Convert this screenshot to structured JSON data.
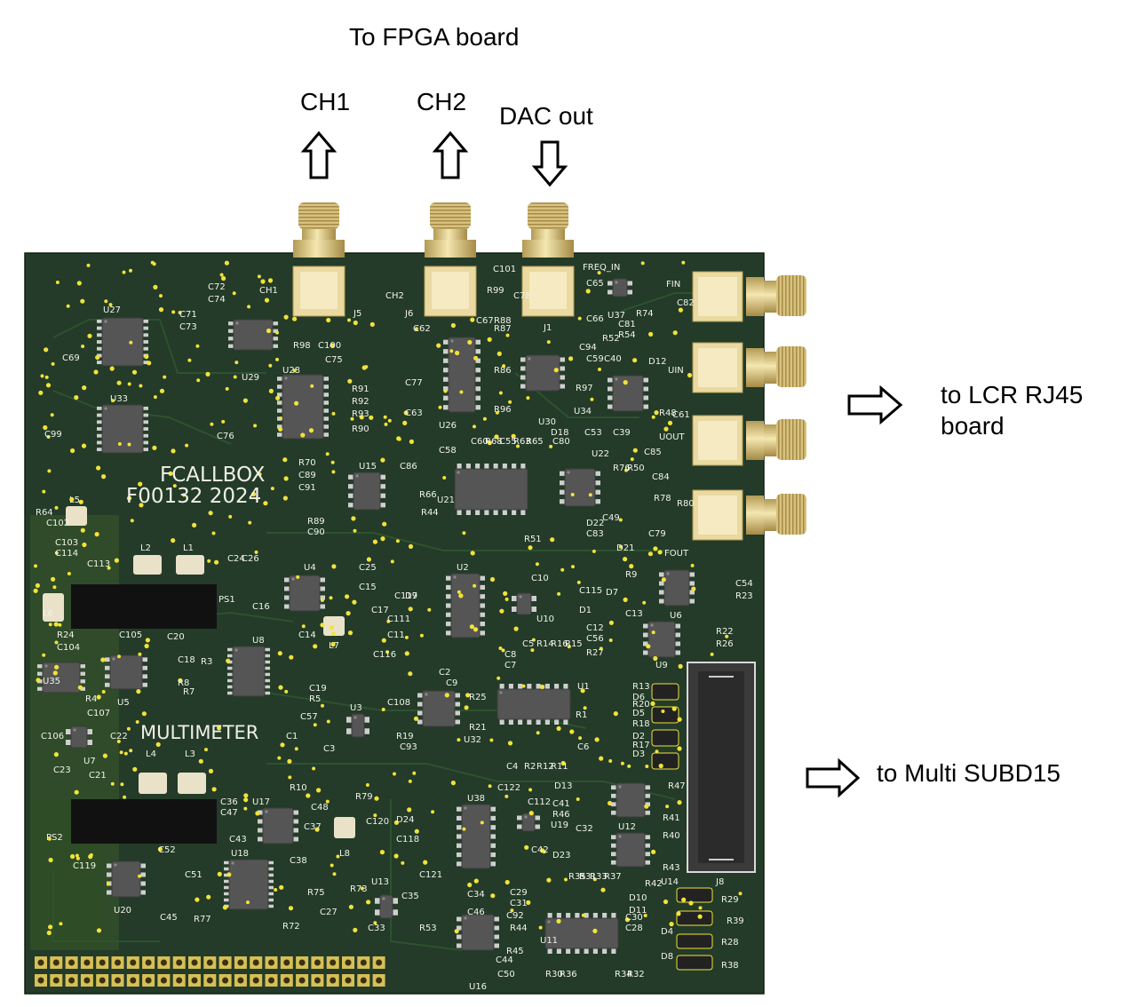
{
  "annotations": {
    "to_fpga": "To FPGA board",
    "ch1": "CH1",
    "ch2": "CH2",
    "dac_out": "DAC out",
    "to_lcr_line1": "to LCR RJ45",
    "to_lcr_line2": "board",
    "to_multi": "to Multi SUBD15"
  },
  "board": {
    "name_line1": "FCALLBOX",
    "name_line2": "F00132 2024",
    "multimeter_label": "MULTIMETER",
    "connector_labels": {
      "ch1": "CH1",
      "j5": "J5",
      "ch2": "CH2",
      "j6": "J6",
      "j1": "J1",
      "freq_in": "FREQ_IN",
      "fin": "FIN",
      "uin": "UIN",
      "uout": "UOUT",
      "fout": "FOUT",
      "j8": "J8"
    },
    "components": [
      {
        "ref": "U27",
        "kind": "ic"
      },
      {
        "ref": "U29",
        "kind": "ic"
      },
      {
        "ref": "U33",
        "kind": "ic"
      },
      {
        "ref": "U28",
        "kind": "ic"
      },
      {
        "ref": "U26",
        "kind": "ic"
      },
      {
        "ref": "U30",
        "kind": "ic"
      },
      {
        "ref": "U34",
        "kind": "ic"
      },
      {
        "ref": "U37",
        "kind": "ic"
      },
      {
        "ref": "U15",
        "kind": "ic"
      },
      {
        "ref": "U21",
        "kind": "ic"
      },
      {
        "ref": "U22",
        "kind": "ic"
      },
      {
        "ref": "U4",
        "kind": "ic"
      },
      {
        "ref": "U2",
        "kind": "ic"
      },
      {
        "ref": "U10",
        "kind": "ic"
      },
      {
        "ref": "U6",
        "kind": "ic"
      },
      {
        "ref": "U9",
        "kind": "ic"
      },
      {
        "ref": "U8",
        "kind": "ic"
      },
      {
        "ref": "U5",
        "kind": "ic"
      },
      {
        "ref": "U35",
        "kind": "ic"
      },
      {
        "ref": "U7",
        "kind": "ic"
      },
      {
        "ref": "U3",
        "kind": "ic"
      },
      {
        "ref": "U1",
        "kind": "ic"
      },
      {
        "ref": "U32",
        "kind": "ic"
      },
      {
        "ref": "U17",
        "kind": "ic"
      },
      {
        "ref": "U18",
        "kind": "ic"
      },
      {
        "ref": "U20",
        "kind": "ic"
      },
      {
        "ref": "U13",
        "kind": "ic"
      },
      {
        "ref": "U38",
        "kind": "ic"
      },
      {
        "ref": "U19",
        "kind": "ic"
      },
      {
        "ref": "U12",
        "kind": "ic"
      },
      {
        "ref": "U14",
        "kind": "ic"
      },
      {
        "ref": "U16",
        "kind": "ic"
      },
      {
        "ref": "U11",
        "kind": "ic"
      },
      {
        "ref": "PS1",
        "kind": "module"
      },
      {
        "ref": "PS2",
        "kind": "module"
      },
      {
        "ref": "L1",
        "kind": "inductor"
      },
      {
        "ref": "L2",
        "kind": "inductor"
      },
      {
        "ref": "L3",
        "kind": "inductor"
      },
      {
        "ref": "L4",
        "kind": "inductor"
      },
      {
        "ref": "L5",
        "kind": "inductor"
      },
      {
        "ref": "L6",
        "kind": "inductor"
      },
      {
        "ref": "L7",
        "kind": "inductor"
      },
      {
        "ref": "L8",
        "kind": "inductor"
      }
    ],
    "passive_labels": [
      "C72",
      "C74",
      "C71",
      "C73",
      "C69",
      "C99",
      "C75",
      "R91",
      "R92",
      "R93",
      "R90",
      "C76",
      "R98",
      "C100",
      "C101",
      "R99",
      "C78",
      "C67",
      "R88",
      "R87",
      "C62",
      "C77",
      "C63",
      "R86",
      "R96",
      "R97",
      "C94",
      "C59",
      "C40",
      "C53",
      "C39",
      "R48",
      "C61",
      "C65",
      "C66",
      "C82",
      "R74",
      "C81",
      "R54",
      "R52",
      "D12",
      "D18",
      "C80",
      "C85",
      "C84",
      "R78",
      "R80",
      "R76",
      "R50",
      "C49",
      "D21",
      "D22",
      "C83",
      "C79",
      "R51",
      "C58",
      "C60",
      "R68",
      "C55",
      "R63",
      "R65",
      "R70",
      "C89",
      "C91",
      "R89",
      "C90",
      "C86",
      "R66",
      "R44",
      "R64",
      "C102",
      "C103",
      "C114",
      "C113",
      "C24",
      "C26",
      "C25",
      "C15",
      "C14",
      "C16",
      "C17",
      "C116",
      "C117",
      "D9",
      "C111",
      "C11",
      "C10",
      "C115",
      "D1",
      "D7",
      "R9",
      "C13",
      "C12",
      "C56",
      "R27",
      "C54",
      "R23",
      "R22",
      "R26",
      "R24",
      "C104",
      "C105",
      "C20",
      "C18",
      "R8",
      "R7",
      "R3",
      "C19",
      "R5",
      "R4",
      "C107",
      "C106",
      "C22",
      "C23",
      "C21",
      "C57",
      "C1",
      "C3",
      "C2",
      "C9",
      "C108",
      "R25",
      "R21",
      "R19",
      "C93",
      "C8",
      "C7",
      "C5",
      "R14",
      "R16",
      "R15",
      "R13",
      "D6",
      "R20",
      "D5",
      "R18",
      "D2",
      "R17",
      "D3",
      "R1",
      "C6",
      "C4",
      "R2",
      "R12",
      "R11",
      "R10",
      "C36",
      "C47",
      "C48",
      "C37",
      "C43",
      "C38",
      "R79",
      "C120",
      "C119",
      "C52",
      "C51",
      "C45",
      "R77",
      "R75",
      "R72",
      "R73",
      "C27",
      "C33",
      "C35",
      "D24",
      "C118",
      "C121",
      "C122",
      "C112",
      "D13",
      "C41",
      "R46",
      "C32",
      "C42",
      "D23",
      "R47",
      "R41",
      "R40",
      "R43",
      "R42",
      "C34",
      "C46",
      "C92",
      "R45",
      "R44",
      "R53",
      "C44",
      "C50",
      "C29",
      "C31",
      "C30",
      "C28",
      "D10",
      "D11",
      "D4",
      "D8",
      "R29",
      "R39",
      "R28",
      "R38",
      "R35",
      "R31",
      "R33",
      "R37",
      "R30",
      "R36",
      "R34",
      "R32"
    ]
  },
  "colors": {
    "pcb": "#233b28",
    "pcb_dark": "#1a2d1e",
    "copper_zone": "#3a5a2a",
    "silkscreen": "#f2f2ea",
    "pad": "#f2e23a",
    "ic_body": "#555555",
    "module_body": "#111111",
    "connector_gold": "#e3cf8a",
    "arrow_stroke": "#000000",
    "background": "#ffffff"
  },
  "icons": {
    "sma_connector": "sma-connector-icon",
    "outline_arrow": "outline-arrow-icon",
    "header_connector": "pin-header-icon"
  }
}
